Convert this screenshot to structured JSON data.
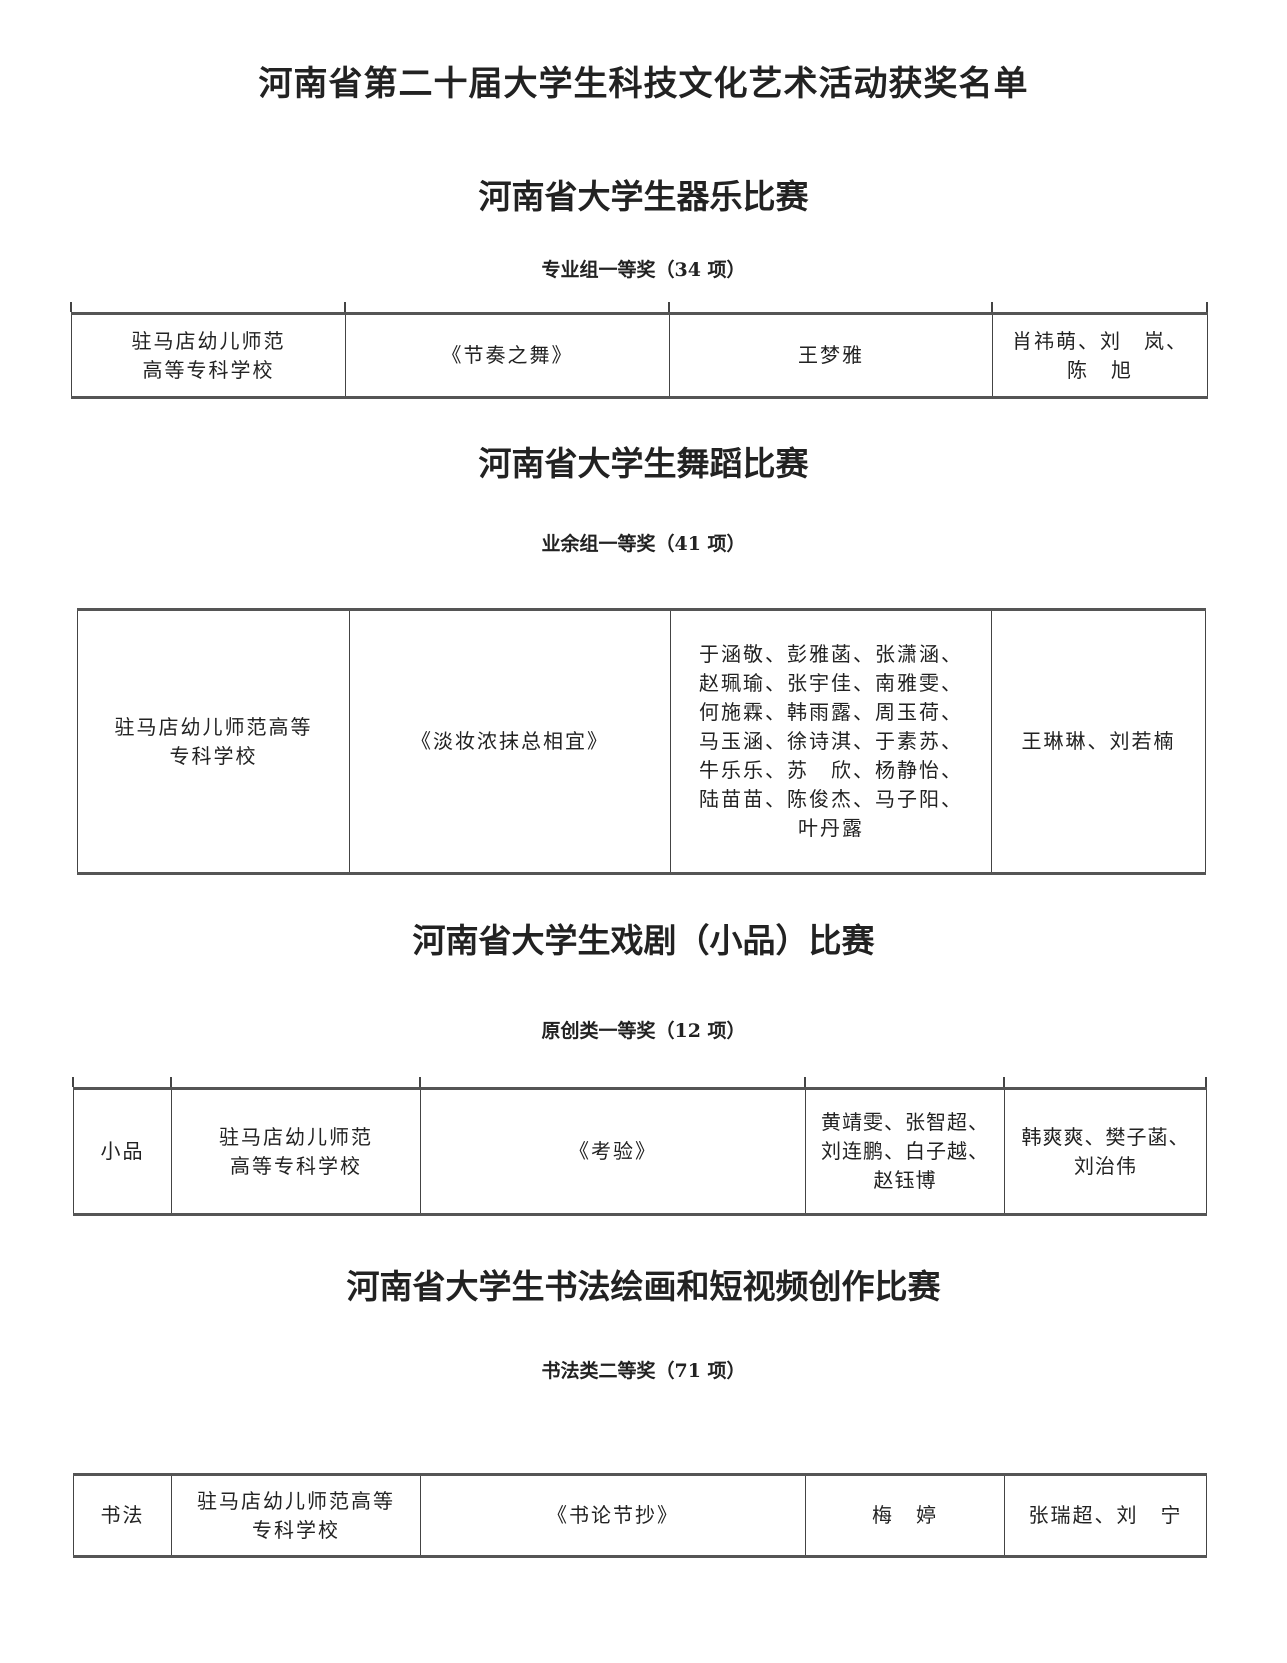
{
  "title": "河南省第二十届大学生科技文化艺术活动获奖名单",
  "sections": [
    {
      "heading": "河南省大学生器乐比赛",
      "subheading": "专业组一等奖（34 项）",
      "row": {
        "school": "驻马店幼儿师范\n高等专科学校",
        "work": "《节奏之舞》",
        "performers": "王梦雅",
        "advisors": "肖祎萌、刘　岚、\n陈　旭"
      }
    },
    {
      "heading": "河南省大学生舞蹈比赛",
      "subheading": "业余组一等奖（41 项）",
      "row": {
        "school": "驻马店幼儿师范高等\n专科学校",
        "work": "《淡妆浓抹总相宜》",
        "performers": "于涵敬、彭雅菡、张潇涵、\n赵珮瑜、张宇佳、南雅雯、\n何施霖、韩雨露、周玉荷、\n马玉涵、徐诗淇、于素苏、\n牛乐乐、苏　欣、杨静怡、\n陆苗苗、陈俊杰、马子阳、\n叶丹露",
        "advisors": "王琳琳、刘若楠"
      }
    },
    {
      "heading": "河南省大学生戏剧（小品）比赛",
      "subheading": "原创类一等奖（12 项）",
      "row": {
        "category": "小品",
        "school": "驻马店幼儿师范\n高等专科学校",
        "work": "《考验》",
        "performers": "黄靖雯、张智超、\n刘连鹏、白子越、\n赵钰博",
        "advisors": "韩爽爽、樊子菡、\n刘治伟"
      }
    },
    {
      "heading": "河南省大学生书法绘画和短视频创作比赛",
      "subheading": "书法类二等奖（71 项）",
      "row": {
        "category": "书法",
        "school": "驻马店幼儿师范高等\n专科学校",
        "work": "《书论节抄》",
        "performers": "梅　婷",
        "advisors": "张瑞超、刘　宁"
      }
    }
  ]
}
